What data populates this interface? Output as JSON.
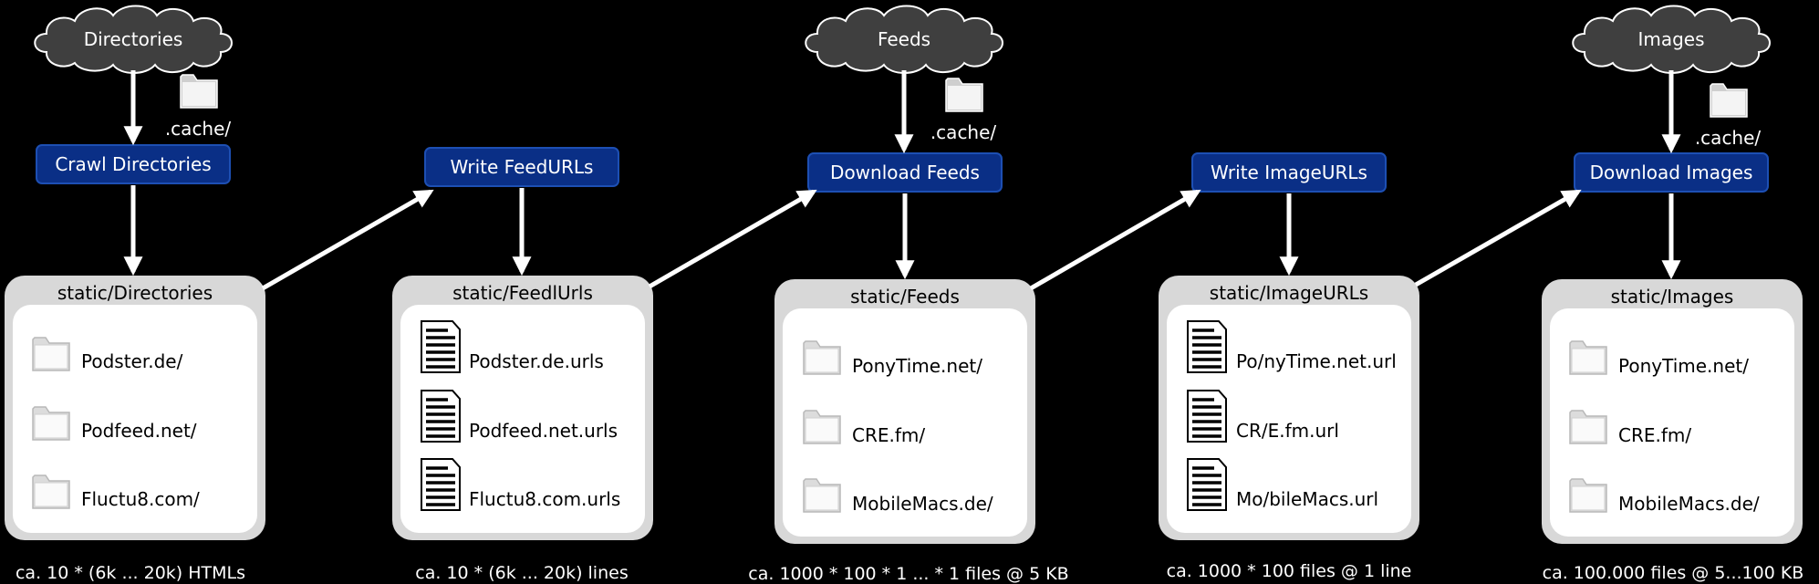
{
  "sources": [
    {
      "label": "Directories",
      "cache": ".cache/"
    },
    {
      "label": "Feeds",
      "cache": ".cache/"
    },
    {
      "label": "Images",
      "cache": ".cache/"
    }
  ],
  "steps": [
    {
      "label": "Crawl Directories"
    },
    {
      "label": "Write FeedURLs"
    },
    {
      "label": "Download Feeds"
    },
    {
      "label": "Write ImageURLs"
    },
    {
      "label": "Download Images"
    }
  ],
  "stores": [
    {
      "title": "static/Directories",
      "item_icon": "folder-icon",
      "items": [
        "Podster.de/",
        "Podfeed.net/",
        "Fluctu8.com/"
      ],
      "caption": "ca. 10 * (6k ... 20k) HTMLs"
    },
    {
      "title": "static/FeedlUrls",
      "item_icon": "document-icon",
      "items": [
        "Podster.de.urls",
        "Podfeed.net.urls",
        "Fluctu8.com.urls"
      ],
      "caption": "ca. 10 * (6k ... 20k) lines"
    },
    {
      "title": "static/Feeds",
      "item_icon": "folder-icon",
      "items": [
        "PonyTime.net/",
        "CRE.fm/",
        "MobileMacs.de/"
      ],
      "caption": "ca. 1000 * 100 * 1 ... * 1 files @ 5 KB"
    },
    {
      "title": "static/ImageURLs",
      "item_icon": "document-icon",
      "items": [
        "Po/nyTime.net.url",
        "CR/E.fm.url",
        "Mo/bileMacs.url"
      ],
      "caption": "ca. 1000 * 100 files @ 1 line"
    },
    {
      "title": "static/Images",
      "item_icon": "folder-icon",
      "items": [
        "PonyTime.net/",
        "CRE.fm/",
        "MobileMacs.de/"
      ],
      "caption": "ca. 100.000 files @ 5...100 KB"
    }
  ],
  "colors": {
    "background": "#000000",
    "cloud": "#3f3f3f",
    "step": "#0a2f86",
    "store_frame": "#d8d8d8",
    "arrow": "#ffffff"
  }
}
